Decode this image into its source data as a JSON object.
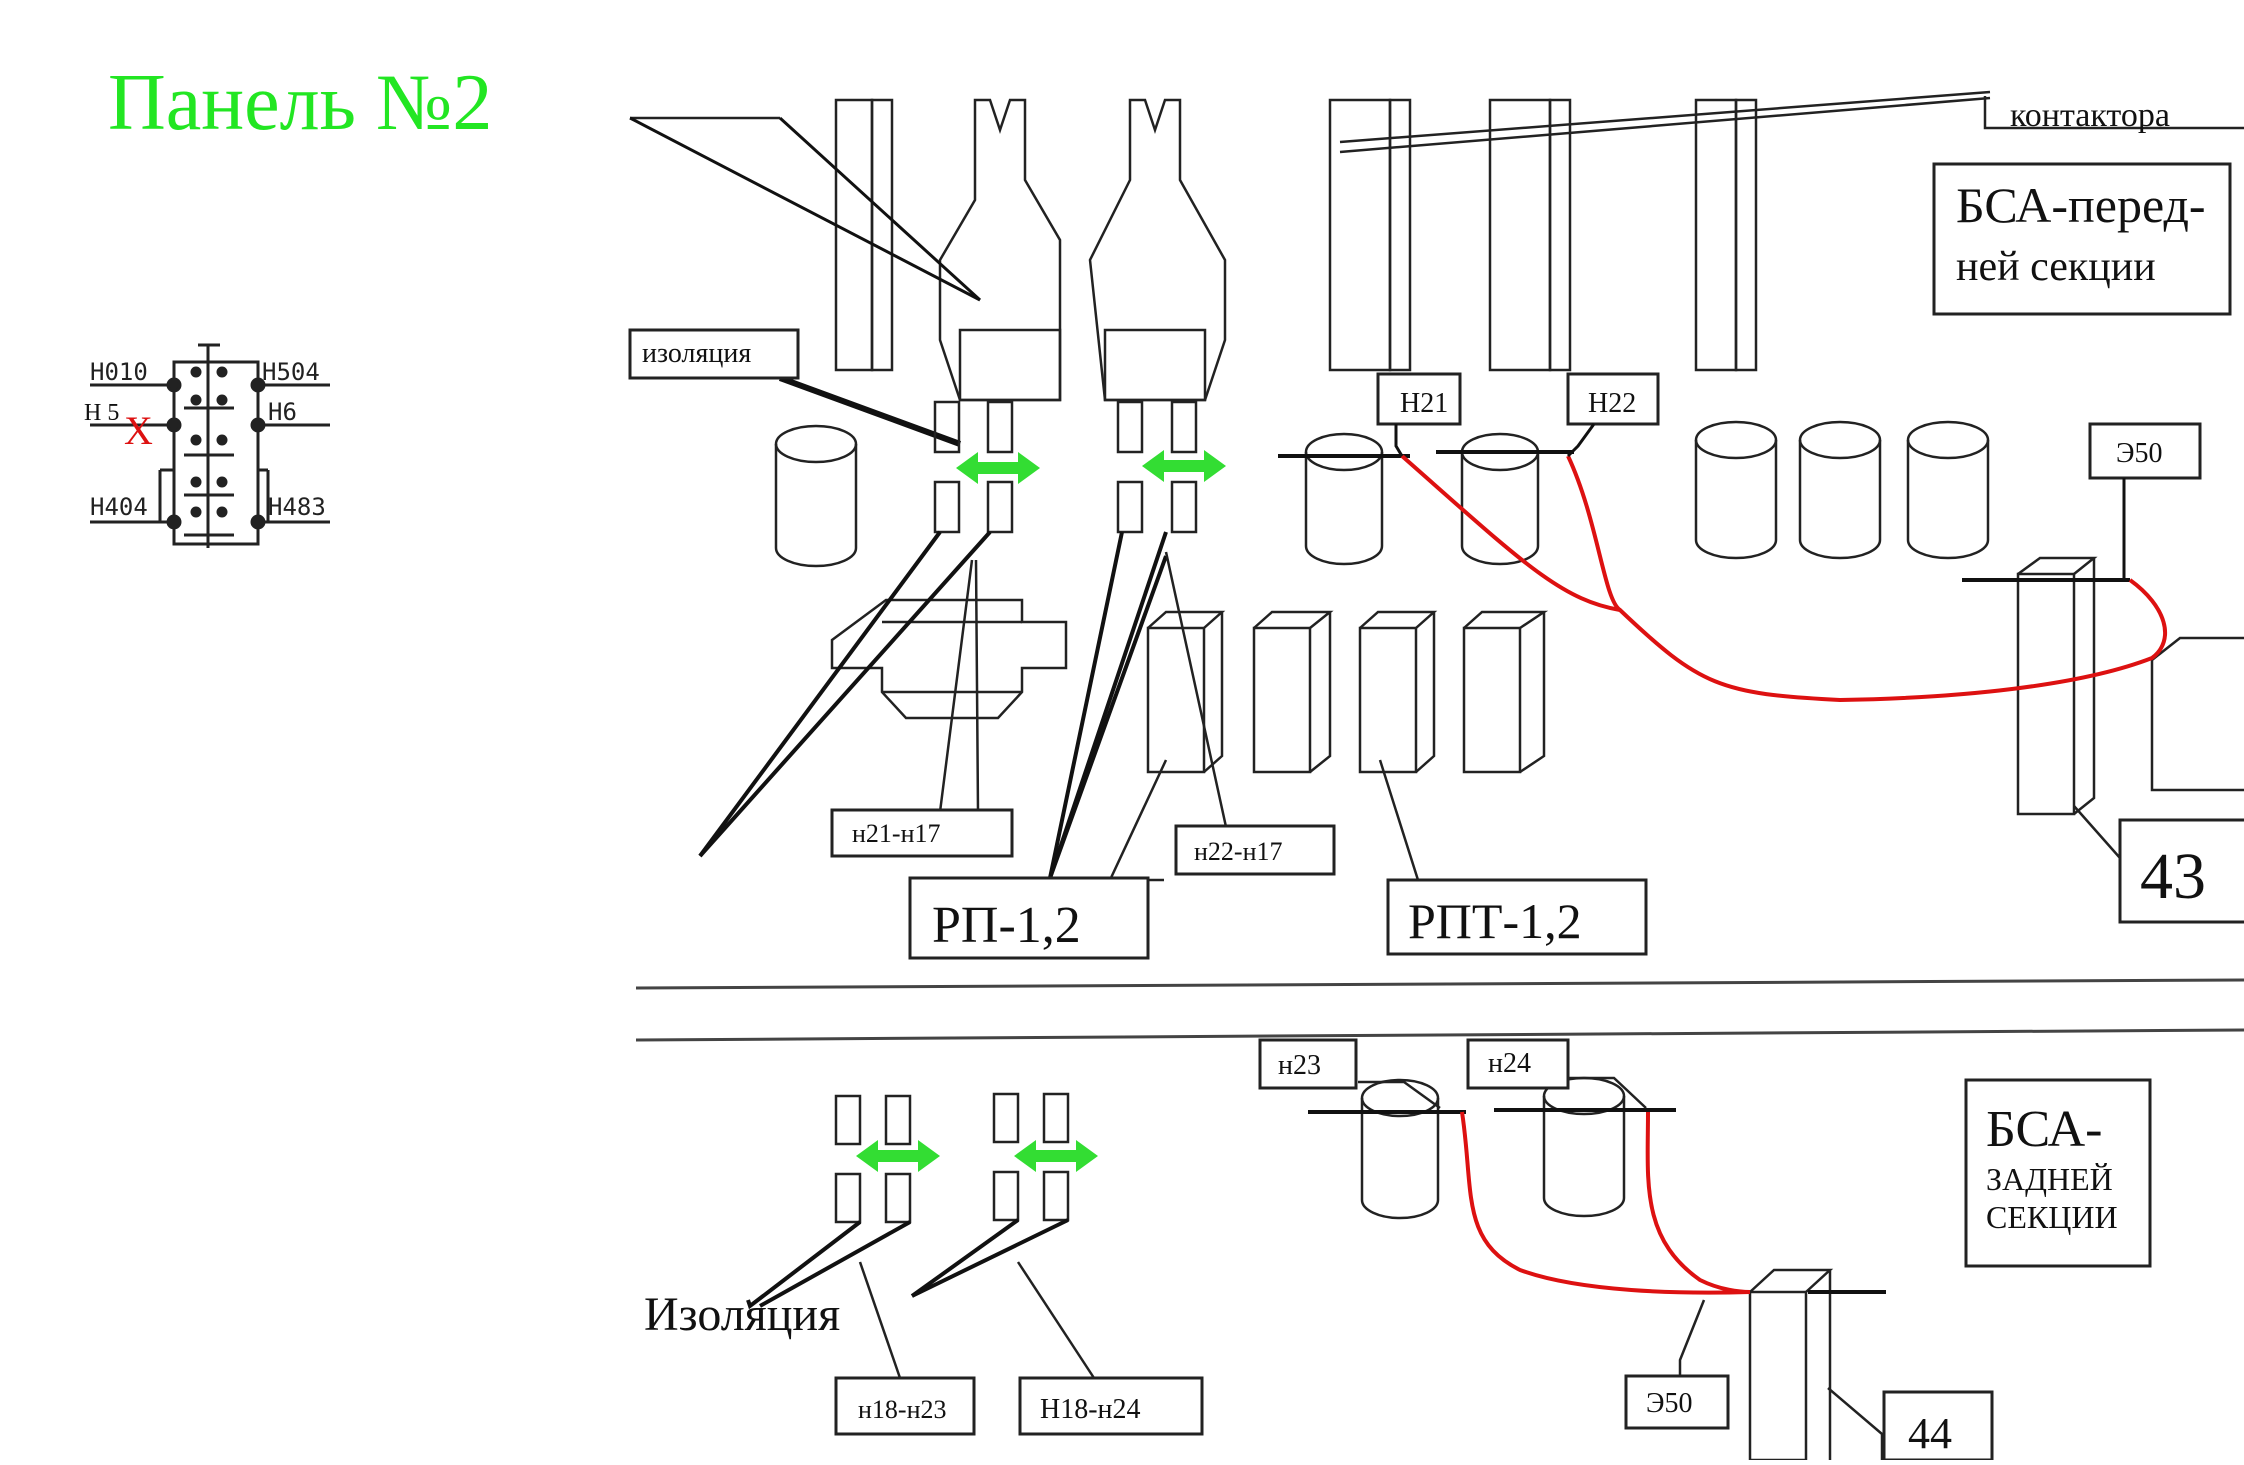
{
  "page": {
    "title": "Панель №2"
  },
  "mini_schematic": {
    "labels": {
      "h010": "Н010",
      "h504": "Н504",
      "h5": "Н 5",
      "h6": "Н6",
      "h404": "Н404",
      "h483": "Н483"
    },
    "fault_mark": "Х"
  },
  "front_section": {
    "labels": {
      "izolyatsiya": "изоляция",
      "kontaktora": "контактора",
      "bsa_line1": "БСА-перед-",
      "bsa_line2": "ней секции",
      "n21": "Н21",
      "n22": "Н22",
      "e50": "Э50",
      "n21_n17": "н21-н17",
      "n22_n17": "н22-н17",
      "rp": "РП-1,2",
      "rpt": "РПТ-1,2",
      "num43": "43"
    }
  },
  "rear_section": {
    "labels": {
      "n23": "н23",
      "n24": "н24",
      "bsa_line1": "БСА-",
      "bsa_line2": "ЗАДНЕЙ",
      "bsa_line3": "СЕКЦИИ",
      "izolyatsiya": "Изоляция",
      "n18_n23": "н18-н23",
      "n18_n24": "Н18-н24",
      "e50": "Э50",
      "num44": "44"
    }
  },
  "colors": {
    "title": "#22e622",
    "wire": "#dd1111",
    "arrow": "#33dd33",
    "ink": "#111111"
  }
}
